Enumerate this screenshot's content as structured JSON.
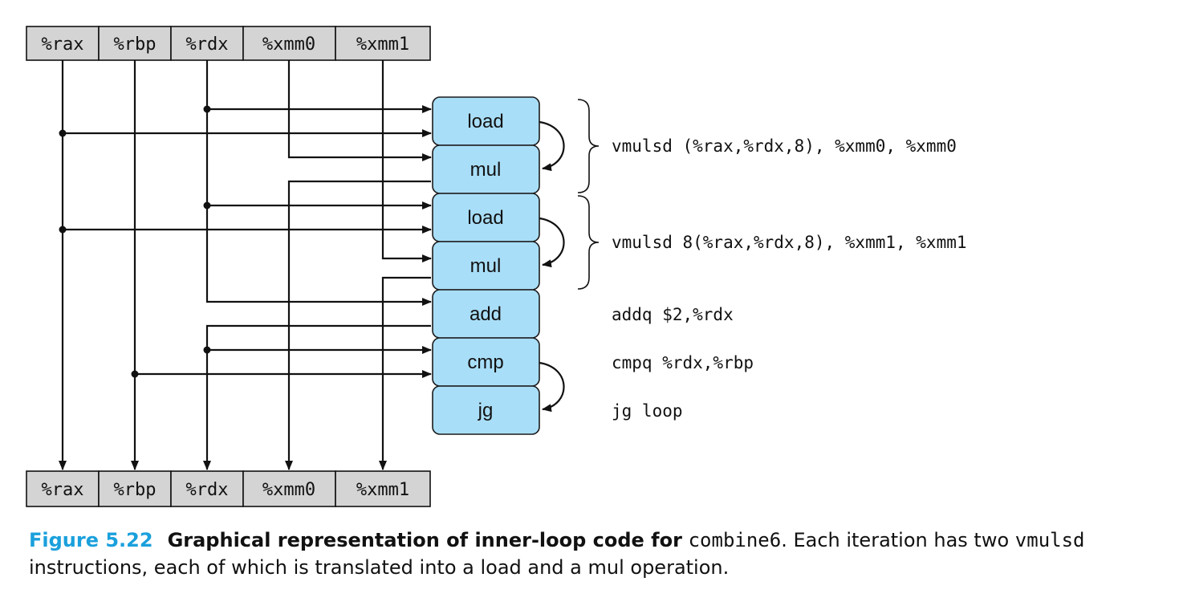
{
  "registers_top": [
    "%rax",
    "%rbp",
    "%rdx",
    "%xmm0",
    "%xmm1"
  ],
  "registers_bottom": [
    "%rax",
    "%rbp",
    "%rdx",
    "%xmm0",
    "%xmm1"
  ],
  "operations": [
    "load",
    "mul",
    "load",
    "mul",
    "add",
    "cmp",
    "jg"
  ],
  "instructions": [
    "vmulsd (%rax,%rdx,8), %xmm0, %xmm0",
    "vmulsd 8(%rax,%rdx,8), %xmm1, %xmm1",
    "addq $2,%rdx",
    "cmpq %rdx,%rbp",
    "jg loop"
  ],
  "caption": {
    "figure_number": "Figure 5.22",
    "title": "Graphical representation of inner-loop code for",
    "code_name": "combine6",
    "text_1": ". Each iteration has two",
    "code_instr": "vmulsd",
    "text_2": "instructions, each of which is translated into a load and a mul operation."
  },
  "colors": {
    "op_box": "#a9def8",
    "register_cell": "#d4d4d4",
    "figure_number": "#1aa0dc"
  }
}
